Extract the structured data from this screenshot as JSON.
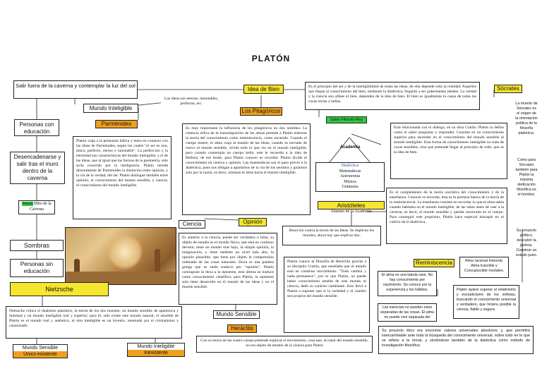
{
  "title": "PLATÓN",
  "salir": "Salir fuera de la caverna y contemplar la luz del sol",
  "mundo_inteligible": "Mundo Inteligible",
  "ideas_son": "Las ideas son eternas, inmutables, perfectas, etc.",
  "idea_de_bien": "Idea de Bien",
  "idea_bien_text": "Es el principio del ser y de la inteligibilidad de todas las ideas, de ella depende toda la realidad. Aquellos que llegan al conocimiento del bien, mediante la dialéctica, llegarán a ser gobernantes ideales. La verdad y la ciencia son afines al bien, dependen de la idea de bien. El bien es igualmente la causa de todas las cosas rectas y bellas.",
  "socrates": "Sócrates",
  "socrates_text": "La muerte de Sócrates es el origen de la orientación política de la filosofía platónica.",
  "socrates_text2": "Como para Sócrates también para Platón la máxima dedicación filosófica es el hombre.",
  "socrates_text3": "Su proyecto político, descubrir la justicia. Construir un estado justo.",
  "personas_con": "Personas con educación",
  "parmenides": "Parménides",
  "parmenides_text": "Platón viaja a la península itálica y entra en contacto con las ideas de Parménides, según las cuales \"el ser es uno, único, perfecto, eterno e inmutable\". La perfección y la eternidad son características del mundo inteligible, y el de las ideas, que al igual que las formas de la geometría, sólo sería conocido por la inteligencia. Platón hereda directamente de Parménides la distinción entre opinión, y la vía de la verdad, del ser. Platón distingue también entre opinión, el conocimiento del mundo sensible, y ciencia, el conocimiento del mundo inteligible.",
  "pitagoricos": "Los Pitagóricos",
  "pitagoricos_text": "Es muy importante la influencia de los pitagóricos en dos sentidos: La creencia órfica de la transmigración de las almas permite a Platón elaborar la teoría del conocimiento como reminiscencia, como recuerdo. Cuando el cuerpo muere, el alma viaja al mundo de las ideas; cuando es enviada de nuevo al mundo sensible, olvida todo lo que vio en el mundo inteligible, pero cuando contempla un cuerpo bello, este le recuerda a la idea de Belleza; de ese modo, para Platón conocer es recordar. Platón divide el conocimiento en ciencia y opinión. Las matemáticas son el paso previo a la dialéctica, pues nos obligan a apartarnos de la vía de los sentidos y guiarnos solo por la razón, es decir, orientan el alma hacia el mundo inteligible.",
  "sabio": "Sabio Filósofo-Rey",
  "academia": "Academia",
  "academia_list": [
    "Dialéctica",
    "Matemáticas",
    "Astronomía",
    "Música",
    "Gimnasia"
  ],
  "dialogo_text": "Está relacionada con el diálogo, en su obra Cratilo. Platón la define como el saber preguntar y responder. Consiste en un conocimiento superior para ascender en el conocimiento del mundo sensible al mundo inteligible. Esta forma de conocimiento inteligible no trata de cosas sensibles, sino que pretende llegar al principio de todo, que es la idea de bien.",
  "desencadenarse": "Desencadenarse y salir tras el muro dentro de la caverna",
  "teoria_mito": "Mito de la Caverna",
  "teoria_label": "Teoría",
  "aristoteles": "Aristóteles",
  "alumno": "Alumno de la Academia",
  "aristoteles_text": "Es el complemento de la teoría socrática del conocimiento y de la enseñanza. Conocer es recordar, ésta es la premisa básica de la teoría de la reminiscencia. La enseñanza consiste en recordar lo que el alma sabía cuando habitaba en el mundo inteligible, de las ideas antes de caer a la caverna, es decir, al mundo sensible y quedar encerrada en el cuerpo. Para conseguir este propósito, Platón hace especial hincapié en el cultivo de la dialéctica.",
  "ciencia": "Ciencia",
  "opinion": "Opinión",
  "reaccion_text": "Reacción contra la teoría de las Ideas. Se duplican los mundos, ahora hay que explicar dos.",
  "sombras": "Sombras",
  "personas_sin": "Personas sin educación",
  "ciencia_text": "Es anterior a la ciencia, puede ser verdadera o falsa, su objeto de estudio es el mundo físico, que está en continuo devenir, tiene un mundo más bajo, la simple opinión, la imaginación, y tiene también un nivel más alto, la opinión plausible, que tiene por objeto la comprensión ordenada de las cosas naturales. Doxa es una palabra griega que se suele traducir por \"opinión\". Platón contrapone la doxa a la episteme, esta última se traduce como conocimiento científico, para Platón, la episteme solo tiene desarrollo en el mundo de las ideas y no el mundo sensible.",
  "heraclito_text": "Platón conoce la filosofía de Heráclito gracias a su discípulo Cratilo, que enseñaba que el mundo está en continuo movimiento: \"Todo cambia y nada permanece\", por lo que Platón, no puede haber conocimiento estable de este mundo ni ciencia, dado su carácter cambiante. Esto llevó a Platón a suponer que si la variedad y el cambio son propios del mundo sensible.",
  "reminiscencia": "Reminiscencia",
  "alma_inmortal": "Alma racional Inmortal. Alma Irascible y Concupiscible mortales.",
  "alma_text": "El alma es una tabula rasa. No hay conocimiento por nacimiento. Se conoce por la experiencia y los hábitos.",
  "esencias_text": "Las esencias no pueden estar separadas de las cosas. El alma no puede vivir separada del cuerpo.",
  "platon_quiere": "Platón quiere superar el relativismo y escepticismo de los sofistas, buscando el conocimiento universal y verdadero, que hiciera posible la ciencia, fiable y segura.",
  "nietzsche": "Nietzsche",
  "nietzsche_text": "Nietzsche critica el dualismo platónico, la teoría de los dos mundos, un mundo sensible de apariencia y falsedad y un mundo inteligible real y superior; para él, sólo existe este mundo natural, el sensible de Platón es el mundo real y auténtico, el otro inteligible es un invento, retomado por el cristianismo y canonizado.",
  "mundo_sensible": "Mundo Sensible",
  "heraclito": "Heráclito",
  "heraclito_bottom_text": "Con su teoría de las cuatro causas pretende explicar el movimiento, cosa que, al tratar del mundo sensible, no era objeto de estudio de la ciencia para Platón",
  "proyecto_text": "Su proyecto ético era encontrar valores universales absolutos; y, que permitirá intercambiable ante toda la búsqueda del conocimiento universal, sobre todo en lo que se refiere a la moral, y sirviéndose también de la dialéctica como método de investigación filosófica.",
  "ms_bottom": "Mundo Sensible",
  "ms_bottom_sub": "Único existente",
  "mi_bottom": "Mundo Inteligible",
  "mi_bottom_sub": "Inexistente",
  "colors": {
    "yellow": "#f6e62e",
    "orange": "#f0a020",
    "green": "#2ecc40"
  }
}
